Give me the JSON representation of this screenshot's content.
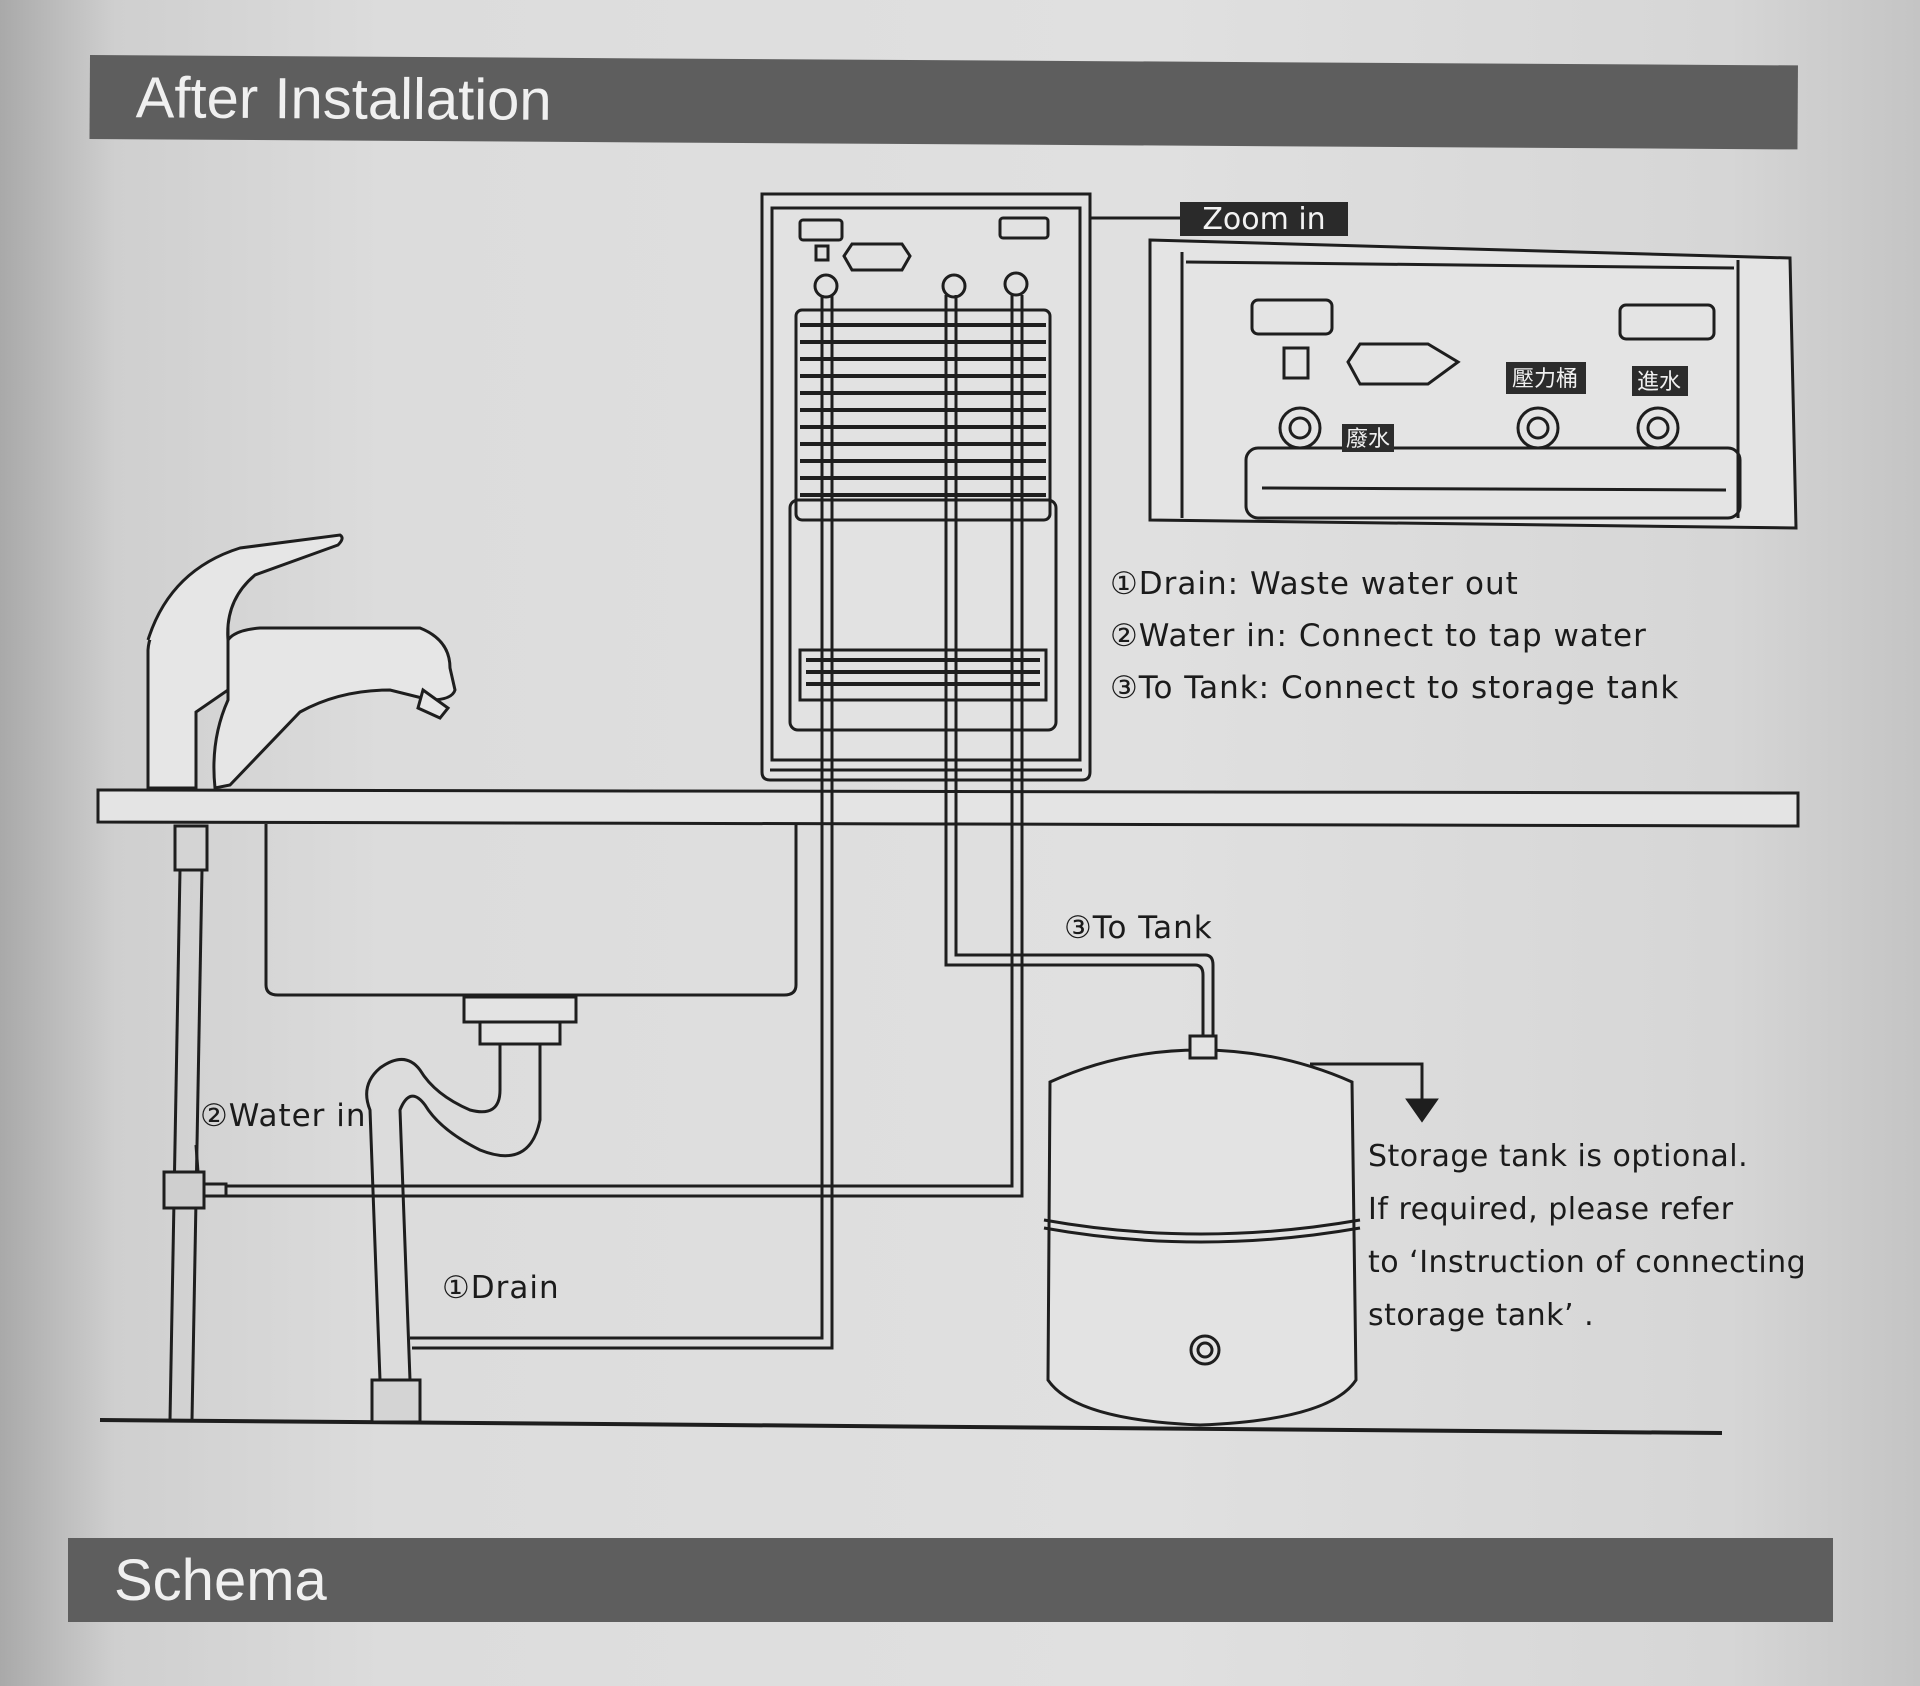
{
  "header": {
    "title": "After Installation"
  },
  "zoom": {
    "tag": "Zoom in",
    "port_labels": {
      "pressure_tank": "壓力桶",
      "water_in": "進水",
      "waste": "廢水"
    }
  },
  "legend": {
    "items": [
      "①Drain: Waste water out",
      "②Water in: Connect to tap water",
      "③To Tank: Connect to storage tank"
    ]
  },
  "callouts": {
    "to_tank": "③To Tank",
    "water_in": "②Water in",
    "drain": "①Drain"
  },
  "note": {
    "lines": [
      "Storage tank is optional.",
      "If required, please refer",
      "to ‘Instruction of connecting",
      "storage tank’ ."
    ]
  },
  "schema": {
    "title": "Schema"
  }
}
